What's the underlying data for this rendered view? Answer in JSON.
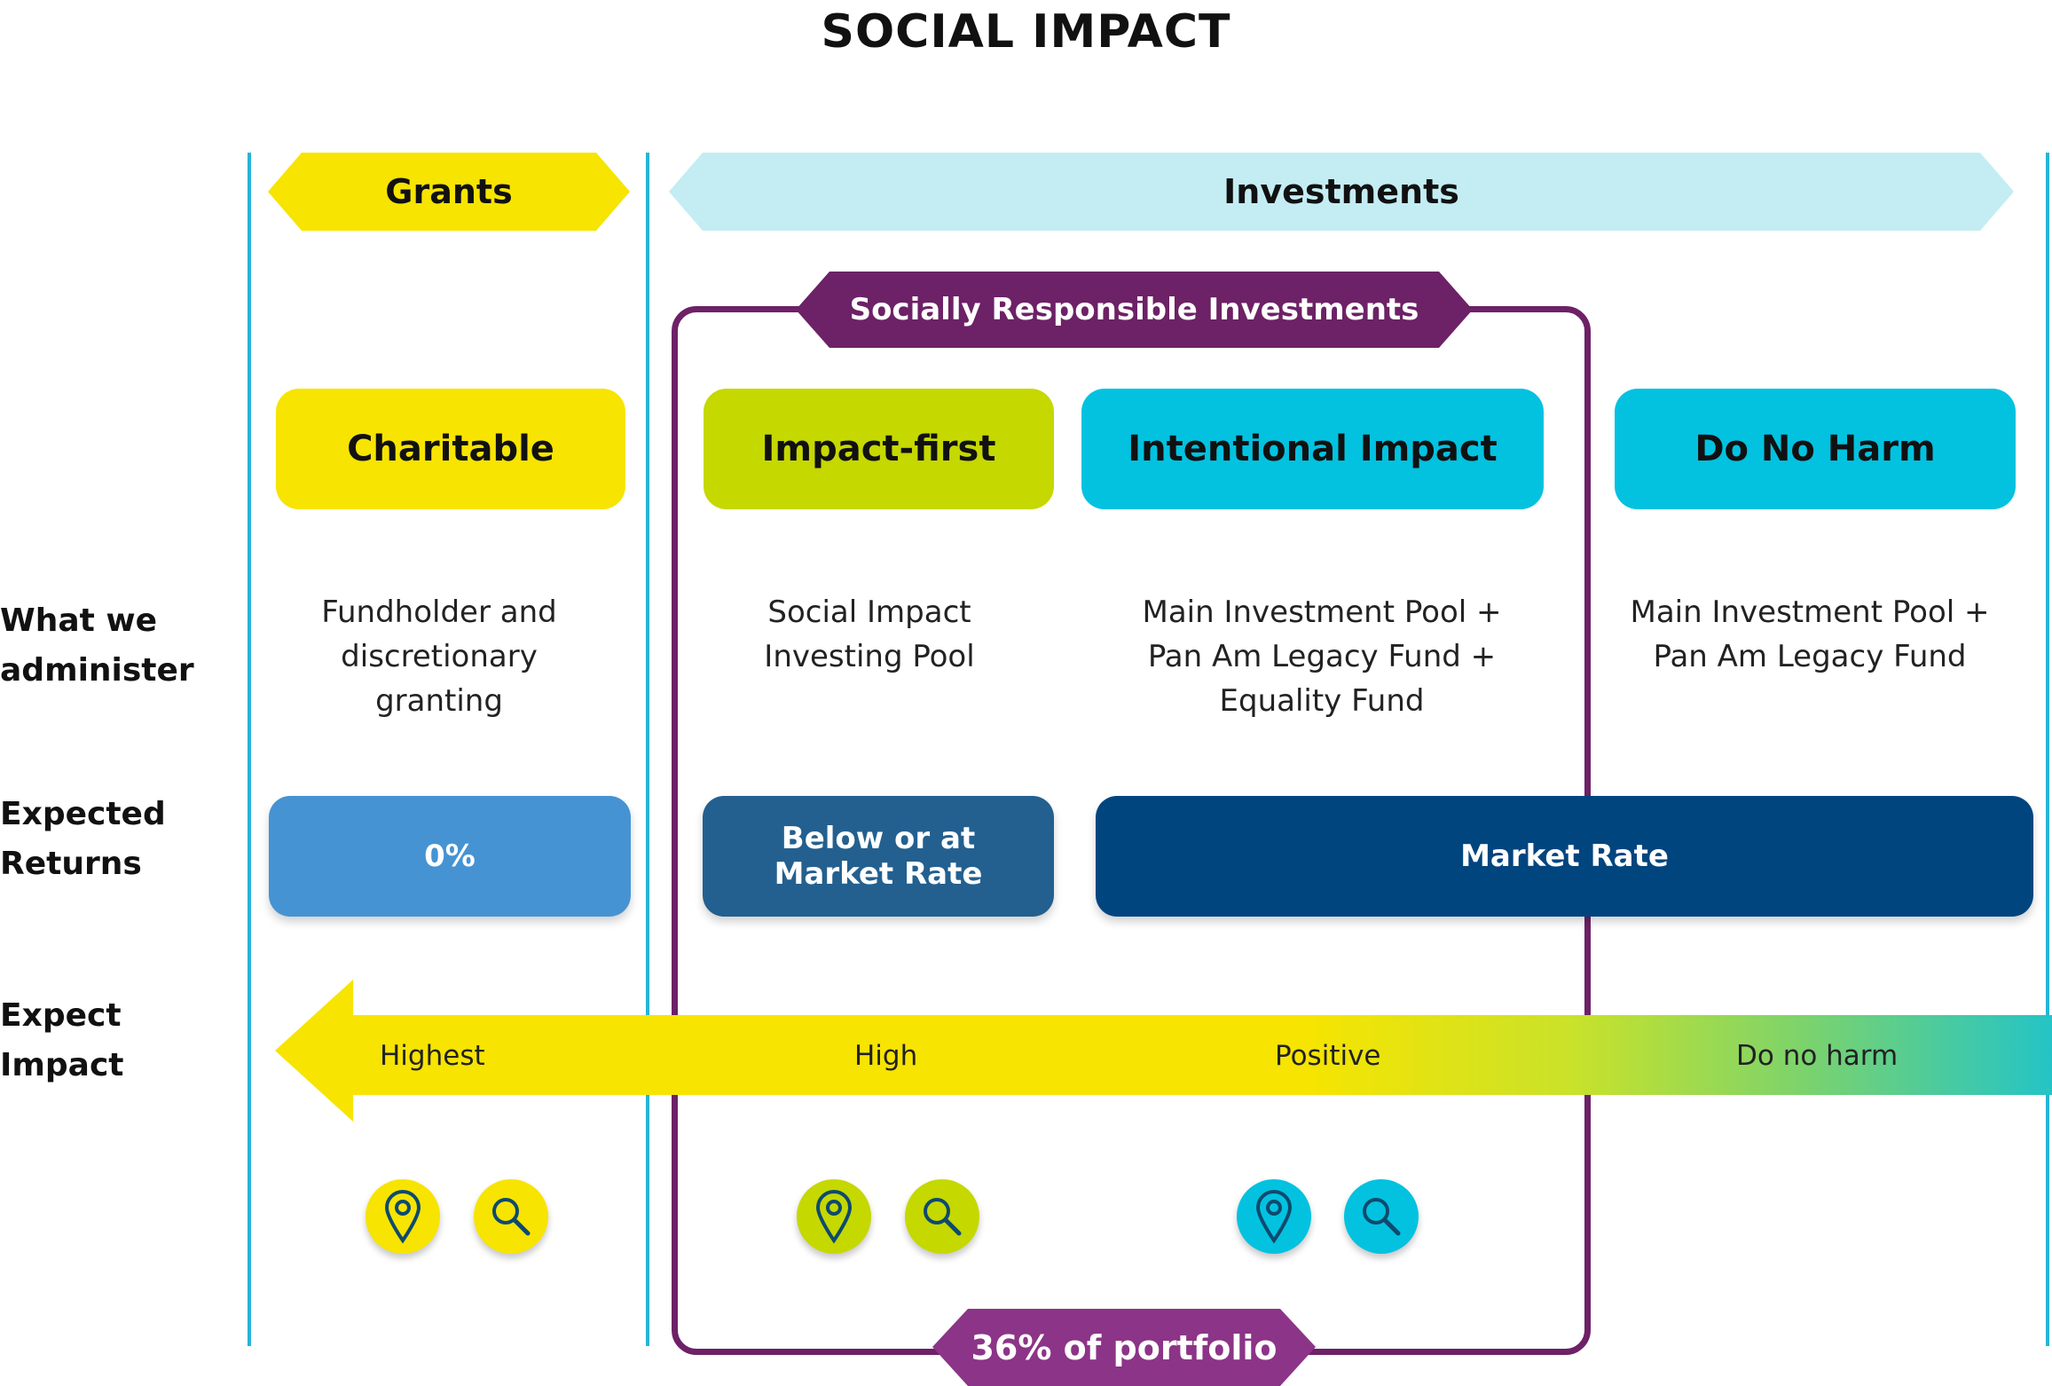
{
  "title": "SOCIAL IMPACT",
  "banners": {
    "grants": "Grants",
    "investments": "Investments",
    "sri": "Socially Responsible Investments",
    "portfolio": "36% of portfolio"
  },
  "categories": [
    {
      "label": "Charitable",
      "color": "#f7e400"
    },
    {
      "label": "Impact-first",
      "color": "#c5d800"
    },
    {
      "label": "Intentional Impact",
      "color": "#02c2e0"
    },
    {
      "label": "Do No Harm",
      "color": "#02c2e0"
    }
  ],
  "row_labels": {
    "administer_1": "What we",
    "administer_2": "administer",
    "returns_1": "Expected",
    "returns_2": "Returns",
    "impact_1": "Expect",
    "impact_2": "Impact"
  },
  "administer": {
    "charitable": [
      "Fundholder and",
      "discretionary",
      "granting"
    ],
    "impact_first": [
      "Social Impact",
      "Investing Pool"
    ],
    "intentional": [
      "Main Investment Pool +",
      "Pan Am Legacy Fund +",
      "Equality Fund"
    ],
    "do_no_harm": [
      "Main Investment Pool +",
      "Pan Am Legacy Fund"
    ]
  },
  "returns": {
    "zero": "0%",
    "below_1": "Below or at",
    "below_2": "Market Rate",
    "market": "Market Rate"
  },
  "impact": {
    "highest": "Highest",
    "high": "High",
    "positive": "Positive",
    "do_no_harm": "Do no harm"
  },
  "icons": [
    {
      "group": "grants",
      "pin": "map-pin-icon",
      "search": "search-icon",
      "color": "#f7e400"
    },
    {
      "group": "impact-first",
      "pin": "map-pin-icon",
      "search": "search-icon",
      "color": "#c5d800"
    },
    {
      "group": "intentional",
      "pin": "map-pin-icon",
      "search": "search-icon",
      "color": "#02c2e0"
    }
  ],
  "colors": {
    "divider": "#27b4d6",
    "grants_banner": "#f7e400",
    "investments_banner": "#c3edf3",
    "sri": "#6d2166",
    "portfolio": "#8c3488",
    "return_zero": "#4693d3",
    "return_below": "#23608f",
    "return_market": "#01457f",
    "icon_stroke": "#0e4a6e"
  }
}
